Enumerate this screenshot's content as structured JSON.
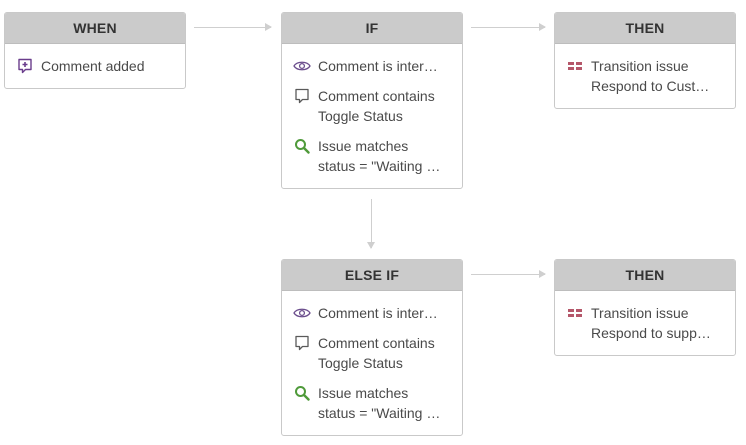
{
  "when": {
    "title": "WHEN",
    "items": [
      {
        "icon": "comment-added-icon",
        "line1": "Comment added"
      }
    ]
  },
  "if_block": {
    "title": "IF",
    "items": [
      {
        "icon": "eye-icon",
        "line1": "Comment is inter…"
      },
      {
        "icon": "comment-icon",
        "line1": "Comment contains",
        "line2": "Toggle Status"
      },
      {
        "icon": "search-icon",
        "line1": "Issue matches",
        "line2": "status = \"Waiting …"
      }
    ]
  },
  "then1": {
    "title": "THEN",
    "items": [
      {
        "icon": "transition-icon",
        "line1": "Transition issue",
        "line2": "Respond to Cust…"
      }
    ]
  },
  "else_if": {
    "title": "ELSE IF",
    "items": [
      {
        "icon": "eye-icon",
        "line1": "Comment is inter…"
      },
      {
        "icon": "comment-icon",
        "line1": "Comment contains",
        "line2": "Toggle Status"
      },
      {
        "icon": "search-icon",
        "line1": "Issue matches",
        "line2": "status = \"Waiting …"
      }
    ]
  },
  "then2": {
    "title": "THEN",
    "items": [
      {
        "icon": "transition-icon",
        "line1": "Transition issue",
        "line2": "Respond to supp…"
      }
    ]
  },
  "colors": {
    "header_bg": "#cbcbcb",
    "comment_added_icon": "#6a3d8c",
    "eye_icon": "#6a4c8c",
    "comment_icon": "#5a5a5a",
    "search_icon": "#4f9a3a",
    "transition_icon": "#b5576a",
    "connector": "#cfcfcf"
  }
}
